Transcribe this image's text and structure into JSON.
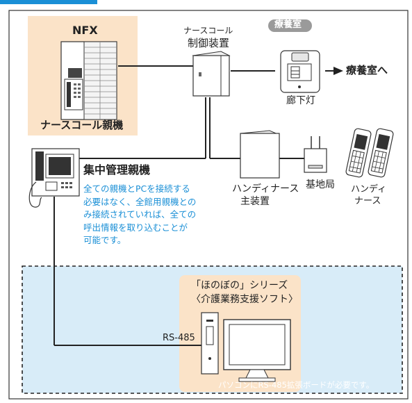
{
  "header_fragment": "",
  "nfx": {
    "title": "NFX",
    "caption": "ナースコール親機"
  },
  "controller": {
    "line1": "ナースコール",
    "line2": "制御装置"
  },
  "ryoyo_badge": "療養室",
  "corridor_light": "廊下灯",
  "to_room": "療養室へ",
  "central": {
    "title": "集中管理親機",
    "note_lines": [
      "全ての親機とPCを接続する",
      "必要はなく、全館用親機との",
      "み接続されていれば、全ての",
      "呼出情報を取り込むことが",
      "可能です。"
    ]
  },
  "handy_main": {
    "line1": "ハンディナース",
    "line2": "主装置"
  },
  "base_station": "基地局",
  "handy_nurse": {
    "line1": "ハンディ",
    "line2": "ナース"
  },
  "honobono": {
    "line1": "「ほのぼの」シリーズ",
    "line2": "〈介護業務支援ソフト〉"
  },
  "rs485": "RS-485",
  "pc_note": "パソコンにRS-485拡張ボードが必要です。",
  "colors": {
    "accent_blue": "#1a8fd6",
    "peach": "#fbe3c8",
    "light_blue": "#d8ecf8",
    "badge_gray": "#9a9a9a"
  }
}
